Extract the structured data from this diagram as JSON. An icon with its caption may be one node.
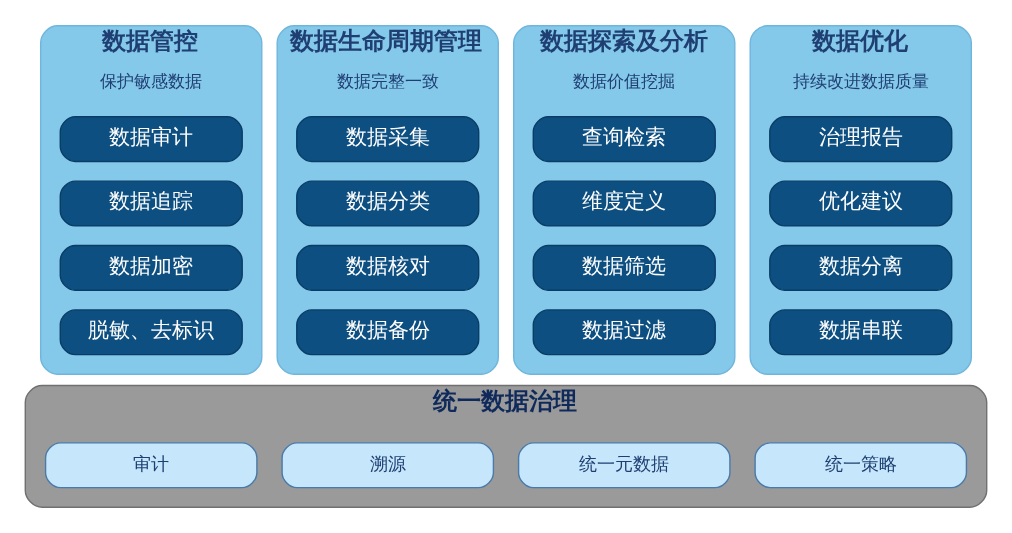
{
  "diagram": {
    "nodes": [
      {
        "text": [
          "数据管控",
          "保护敏感数据"
        ]
      },
      {
        "text": [
          "数据审计"
        ],
        "in": 0
      },
      {
        "text": [
          "数据追踪"
        ],
        "in": 0
      },
      {
        "text": [
          "数据加密"
        ],
        "in": 0
      },
      {
        "text": [
          "脱敏、去标识"
        ],
        "in": 0
      },
      {
        "text": [
          "数据生命周期管理",
          "数据完整一致"
        ]
      },
      {
        "text": [
          "数据采集"
        ],
        "in": 5
      },
      {
        "text": [
          "数据分类"
        ],
        "in": 5
      },
      {
        "text": [
          "数据核对"
        ],
        "in": 5
      },
      {
        "text": [
          "数据备份"
        ],
        "in": 5
      },
      {
        "text": [
          "数据探索及分析",
          "数据价值挖掘"
        ]
      },
      {
        "text": [
          "查询检索"
        ],
        "in": 10
      },
      {
        "text": [
          "维度定义"
        ],
        "in": 10
      },
      {
        "text": [
          "数据筛选"
        ],
        "in": 10
      },
      {
        "text": [
          "数据过滤"
        ],
        "in": 10
      },
      {
        "text": [
          "数据优化",
          "持续改进数据质量"
        ]
      },
      {
        "text": [
          "治理报告"
        ],
        "in": 15
      },
      {
        "text": [
          "优化建议"
        ],
        "in": 15
      },
      {
        "text": [
          "数据分离"
        ],
        "in": 15
      },
      {
        "text": [
          "数据串联"
        ],
        "in": 15
      },
      {
        "text": [
          "统一数据治理"
        ]
      },
      {
        "text": [
          "审计"
        ],
        "in": 20
      },
      {
        "text": [
          "溯源"
        ],
        "in": 20
      },
      {
        "text": [
          "统一元数据"
        ],
        "in": 20
      },
      {
        "text": [
          "统一策略"
        ],
        "in": 20
      }
    ],
    "edges": []
  }
}
